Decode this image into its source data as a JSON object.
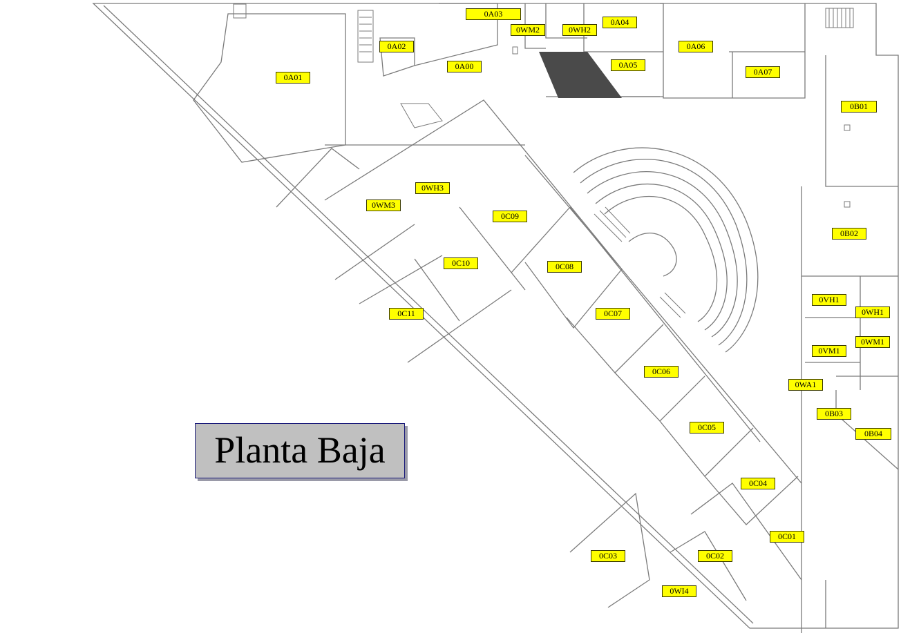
{
  "floor_title": "Planta Baja",
  "colors": {
    "label_fill": "#ffff00",
    "wall": "#7a7a7a",
    "stairs_dark": "#4a4a4a",
    "title_fill": "#c0c0c0"
  },
  "rooms": {
    "0A00": "0A00",
    "0A01": "0A01",
    "0A02": "0A02",
    "0A03": "0A03",
    "0A04": "0A04",
    "0A05": "0A05",
    "0A06": "0A06",
    "0A07": "0A07",
    "0WM2": "0WM2",
    "0WH2": "0WH2",
    "0B01": "0B01",
    "0B02": "0B02",
    "0B03": "0B03",
    "0B04": "0B04",
    "0VH1": "0VH1",
    "0WH1": "0WH1",
    "0VM1": "0VM1",
    "0WM1": "0WM1",
    "0WA1": "0WA1",
    "0WH3": "0WH3",
    "0WM3": "0WM3",
    "0C01": "0C01",
    "0C02": "0C02",
    "0C03": "0C03",
    "0C04": "0C04",
    "0C05": "0C05",
    "0C06": "0C06",
    "0C07": "0C07",
    "0C08": "0C08",
    "0C09": "0C09",
    "0C10": "0C10",
    "0C11": "0C11",
    "0WI4": "0WI4"
  }
}
